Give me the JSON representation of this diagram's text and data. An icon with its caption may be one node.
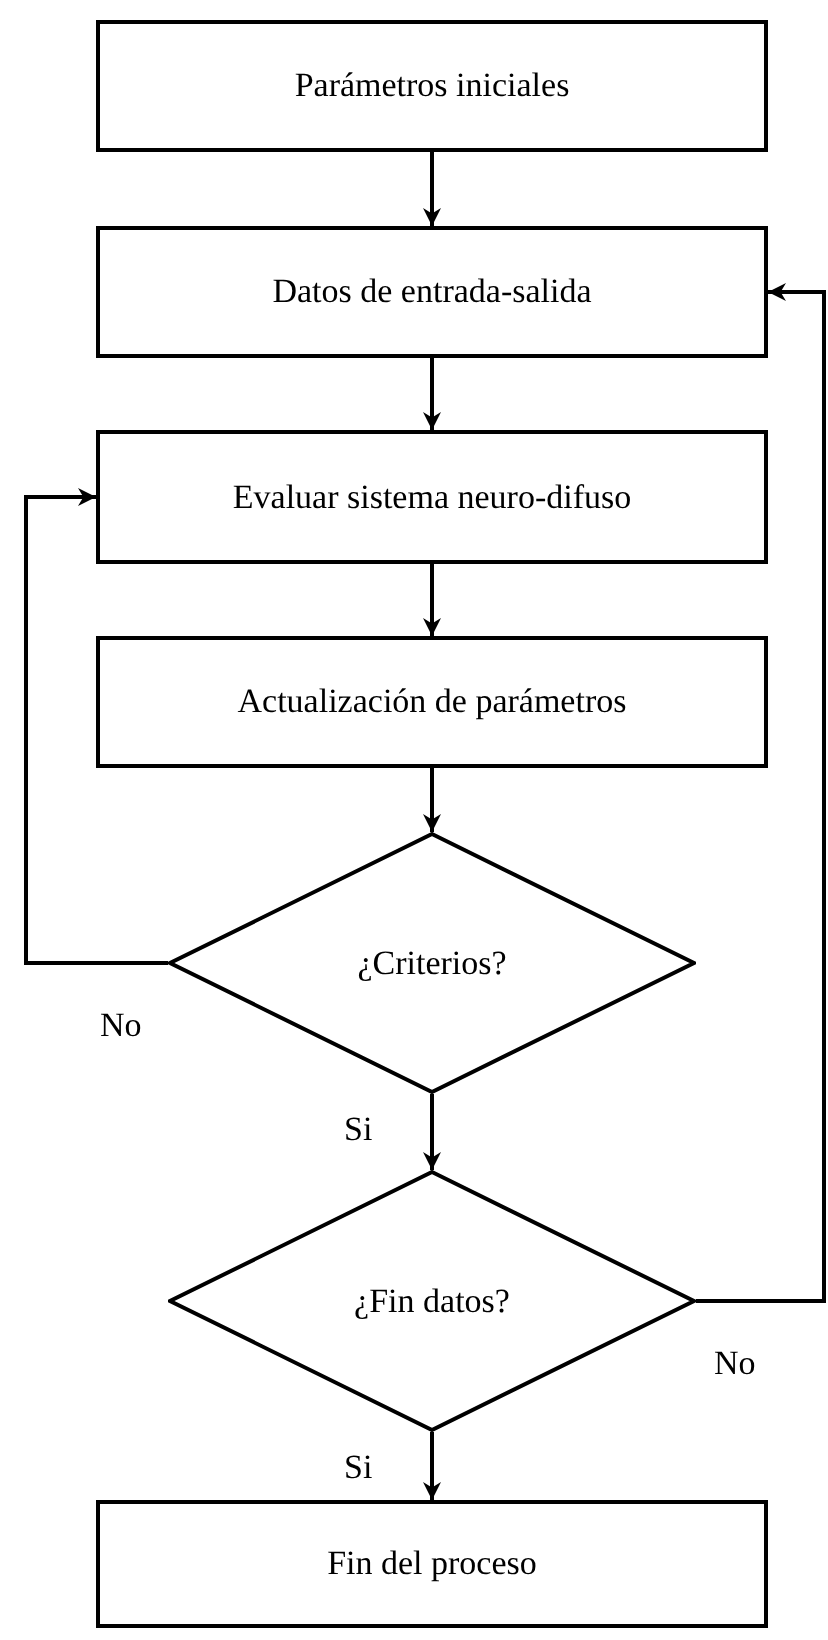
{
  "diagram": {
    "nodes": [
      {
        "text": [
          "Parámetros iniciales"
        ]
      },
      {
        "text": [
          "Datos de entrada-salida"
        ]
      },
      {
        "text": [
          "Evaluar sistema neuro-difuso"
        ]
      },
      {
        "text": [
          "Actualización de parámetros"
        ]
      },
      {
        "text": [
          "¿Criterios?"
        ]
      },
      {
        "text": [
          "¿Fin datos?"
        ]
      },
      {
        "text": [
          "Fin del proceso"
        ]
      }
    ],
    "edges": [
      {
        "from": 0,
        "to": 1,
        "arrow": "to"
      },
      {
        "from": 1,
        "to": 2,
        "arrow": "to"
      },
      {
        "from": 2,
        "to": 3,
        "arrow": "to"
      },
      {
        "from": 3,
        "to": 4,
        "arrow": "to"
      },
      {
        "from": 4,
        "to": 2,
        "arrow": "to",
        "label": "No"
      },
      {
        "from": 4,
        "to": 5,
        "arrow": "to",
        "label": "Si"
      },
      {
        "from": 5,
        "to": 1,
        "arrow": "to",
        "label": "No"
      },
      {
        "from": 5,
        "to": 6,
        "arrow": "to",
        "label": "Si"
      }
    ]
  }
}
